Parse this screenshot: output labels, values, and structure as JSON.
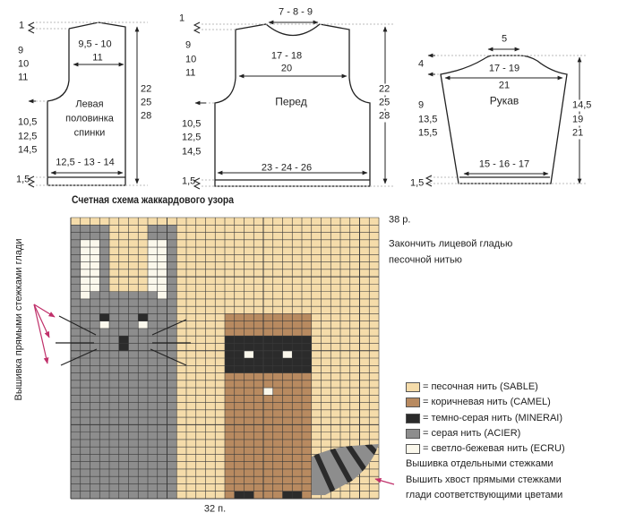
{
  "pieces": {
    "back": {
      "title": [
        "Левая",
        "половинка",
        "спинки"
      ],
      "shoulder": "1",
      "armhole": [
        "9",
        "10",
        "11"
      ],
      "side": [
        "10,5",
        "12,5",
        "14,5"
      ],
      "band": "1,5",
      "top_width": [
        "9,5 - 10",
        "11"
      ],
      "bottom_width": "12,5 - 13 - 14",
      "height": [
        "22",
        "25",
        "28"
      ]
    },
    "front": {
      "title": "Перед",
      "shoulder": "1",
      "armhole": [
        "9",
        "10",
        "11"
      ],
      "side": [
        "10,5",
        "12,5",
        "14,5"
      ],
      "band": "1,5",
      "neck": "7 - 8 - 9",
      "chest": [
        "17 - 18",
        "20"
      ],
      "bottom_width": "23 - 24 - 26",
      "height": [
        "22",
        "25",
        "28"
      ]
    },
    "sleeve": {
      "title": "Рукав",
      "cap_top": "5",
      "cap_height": "4",
      "width": [
        "17 - 19",
        "21"
      ],
      "side": [
        "9",
        "13,5",
        "15,5"
      ],
      "band": "1,5",
      "bottom_width": "15 - 16 - 17",
      "height": [
        "14,5",
        "19",
        "21"
      ]
    }
  },
  "chart": {
    "title": "Счетная схема жаккардового узора",
    "rows_label": "38 р.",
    "stitches_label": "32 п.",
    "finish_note": [
      "Закончить лицевой гладью",
      "песочной нитью"
    ],
    "side_note": "Вышивка прямыми стежками глади",
    "columns": 32,
    "rows": 38,
    "background": "sable",
    "regions": [
      {
        "color": "acier",
        "cols": [
          0,
          3
        ],
        "rows": [
          1,
          37
        ]
      },
      {
        "color": "acier",
        "cols": [
          8,
          10
        ],
        "rows": [
          1,
          37
        ]
      },
      {
        "color": "acier",
        "cols": [
          4,
          7
        ],
        "rows": [
          10,
          37
        ]
      },
      {
        "color": "ecru",
        "cols": [
          1,
          2
        ],
        "rows": [
          3,
          9
        ]
      },
      {
        "color": "ecru",
        "cols": [
          1,
          1
        ],
        "rows": [
          10,
          10
        ]
      },
      {
        "color": "ecru",
        "cols": [
          8,
          9
        ],
        "rows": [
          3,
          9
        ]
      },
      {
        "color": "ecru",
        "cols": [
          9,
          9
        ],
        "rows": [
          10,
          10
        ]
      },
      {
        "color": "minerai",
        "cols": [
          3,
          3
        ],
        "rows": [
          13,
          13
        ]
      },
      {
        "color": "minerai",
        "cols": [
          7,
          7
        ],
        "rows": [
          13,
          13
        ]
      },
      {
        "color": "ecru",
        "cols": [
          3,
          3
        ],
        "rows": [
          14,
          14
        ]
      },
      {
        "color": "ecru",
        "cols": [
          7,
          7
        ],
        "rows": [
          14,
          14
        ]
      },
      {
        "color": "minerai",
        "cols": [
          5,
          5
        ],
        "rows": [
          16,
          17
        ]
      },
      {
        "color": "camel",
        "cols": [
          16,
          24
        ],
        "rows": [
          13,
          37
        ]
      },
      {
        "color": "minerai",
        "cols": [
          16,
          24
        ],
        "rows": [
          16,
          20
        ]
      },
      {
        "color": "ecru",
        "cols": [
          18,
          18
        ],
        "rows": [
          18,
          18
        ]
      },
      {
        "color": "ecru",
        "cols": [
          22,
          22
        ],
        "rows": [
          18,
          18
        ]
      },
      {
        "color": "ecru",
        "cols": [
          20,
          20
        ],
        "rows": [
          23,
          23
        ]
      },
      {
        "color": "minerai",
        "cols": [
          17,
          18
        ],
        "rows": [
          37,
          37
        ]
      },
      {
        "color": "minerai",
        "cols": [
          22,
          23
        ],
        "rows": [
          37,
          37
        ]
      }
    ],
    "colors": {
      "sable": "#f5dcaa",
      "camel": "#b88a60",
      "minerai": "#2b2b2b",
      "acier": "#8d8d8d",
      "ecru": "#fbf8ec",
      "grid": "#3a3a3a",
      "arrow": "#c0306a"
    },
    "legend": [
      {
        "key": "sable",
        "label": "= песочная нить (SABLE)"
      },
      {
        "key": "camel",
        "label": "= коричневая нить (CAMEL)"
      },
      {
        "key": "minerai",
        "label": "= темно-серая нить (MINERAI)"
      },
      {
        "key": "acier",
        "label": "= серая нить (ACIER)"
      },
      {
        "key": "ecru",
        "label": "= светло-бежевая нить (ECRU)"
      }
    ],
    "footnotes": [
      "Вышивка отдельными стежками",
      "Вышить хвост прямыми стежками",
      "глади соответствующими цветами"
    ]
  }
}
